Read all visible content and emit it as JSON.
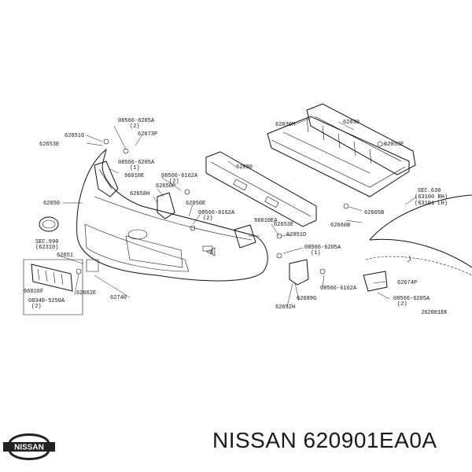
{
  "diagram": {
    "labels": {
      "p62030m": "62030M",
      "p62030": "62030",
      "p62053e_top": "62053E",
      "p62090": "62090",
      "sec630": "SEC.630",
      "sec630_a": "(63100 RH)",
      "sec630_b": "(63101 LH)",
      "p62665b": "62665B",
      "p62660b": "62660B",
      "p08566_6205a_a": "08566-6205A",
      "qty2_a": "(2)",
      "p62673p": "62673P",
      "p62651g": "62651G",
      "p62653e_left": "62653E",
      "p08566_6205a_b": "08566-6205A",
      "qty1_a": "(1)",
      "p96010e_a": "96010E",
      "p08566_6162a_a": "08566-6162A",
      "qty2_b": "(2)",
      "p62650p": "62650P",
      "p62658h": "62658H",
      "p62050": "62050",
      "p62050e": "62050E",
      "p08566_6162a_b": "08566-6162A",
      "qty2_c": "(2)",
      "p96010ea": "96010EA",
      "p62653e_mid": "62653E",
      "p62051d": "62051D",
      "sec990": "SEC.990",
      "sec990_a": "(62310)",
      "p62651": "62651",
      "p08566_6205a_c": "08566-6205A",
      "qty1_b": "(1)",
      "p96016f": "96016F",
      "p08340_5250a": "08340-5250A",
      "qty2_d": "(2)",
      "p62662e": "62662E",
      "p62740": "62740",
      "p08566_6162a_c": "08566-6162A",
      "p62689g": "62689G",
      "p62674p": "62674P",
      "p08566_6205a_d": "08566-6205A",
      "qty2_e": "(2)",
      "p62652h": "62652H",
      "fig_code": "J62001EK",
      "marker_a": "A"
    }
  },
  "footer": {
    "brand_logo_text": "NISSAN",
    "caption": "NISSAN 620901EA0A"
  },
  "colors": {
    "line": "#111111",
    "text": "#1a1a1a",
    "background": "#ffffff"
  }
}
